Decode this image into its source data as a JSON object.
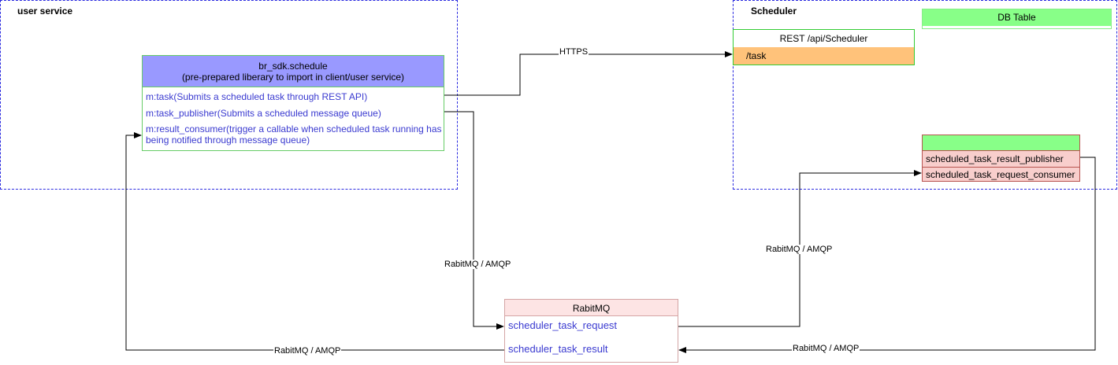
{
  "user_service": {
    "title": "user service",
    "sdk": {
      "title_line1": "br_sdk.schedule",
      "title_line2": "(pre-prepared liberary to import in client/user service)",
      "item_task": "m:task(Submits a scheduled task through REST API)",
      "item_task_publisher": "m:task_publisher(Submits a scheduled message queue)",
      "item_result_consumer": "m:result_consumer(trigger a callable when scheduled task running has being notified through message queue)"
    }
  },
  "scheduler": {
    "title": "Scheduler",
    "rest": {
      "title": "REST /api/Scheduler",
      "item": "/task"
    },
    "db_table": {
      "title": "DB Table"
    },
    "mq_component": {
      "title": "",
      "item_publisher": "scheduled_task_result_publisher",
      "item_consumer": "scheduled_task_request_consumer"
    }
  },
  "rabbitmq": {
    "title": "RabitMQ",
    "item_request": "scheduler_task_request",
    "item_result": "scheduler_task_result"
  },
  "edges": {
    "https": "HTTPS",
    "amqp_to_rabbit": "RabitMQ / AMQP",
    "amqp_to_scheduler": "RabitMQ / AMQP",
    "amqp_result_return": "RabitMQ / AMQP",
    "amqp_to_client": "RabitMQ / AMQP"
  },
  "colors": {
    "zone_border": "#2a2ae0",
    "sdk_header": "#9999ff",
    "rest_item": "#ffc27a",
    "db_header": "#88ff88",
    "mq_header": "#88ff88",
    "mq_items": "#f8cecc",
    "rabbit_header": "#fde4e4"
  }
}
